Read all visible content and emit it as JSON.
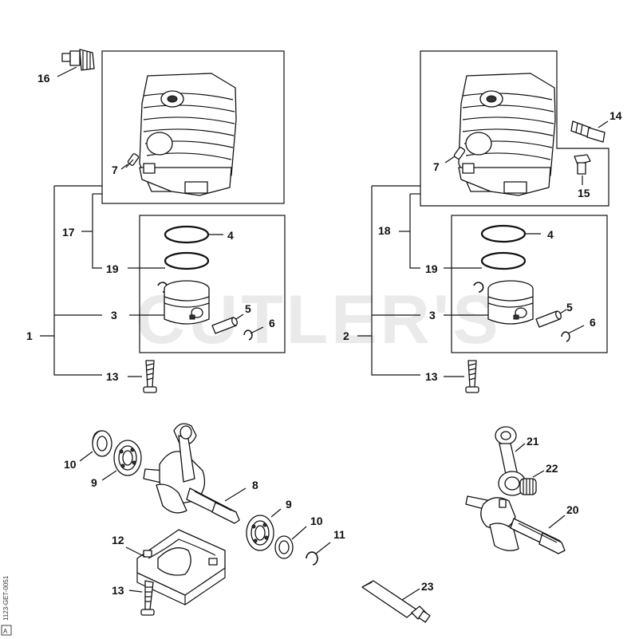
{
  "watermark": "CUTLER'S",
  "doc_id": "1123-GET-0051",
  "doc_corner": "A",
  "labels": {
    "l1": "1",
    "l2": "2",
    "l3a": "3",
    "l3b": "3",
    "l4a": "4",
    "l4b": "4",
    "l5a": "5",
    "l5b": "5",
    "l6a": "6",
    "l6b": "6",
    "l7a": "7",
    "l7b": "7",
    "l8": "8",
    "l9a": "9",
    "l9b": "9",
    "l10a": "10",
    "l10b": "10",
    "l11": "11",
    "l12": "12",
    "l13a": "13",
    "l13b": "13",
    "l13c": "13",
    "l14": "14",
    "l15": "15",
    "l16": "16",
    "l17": "17",
    "l18": "18",
    "l19a": "19",
    "l19b": "19",
    "l20": "20",
    "l21": "21",
    "l22": "22",
    "l23": "23"
  }
}
